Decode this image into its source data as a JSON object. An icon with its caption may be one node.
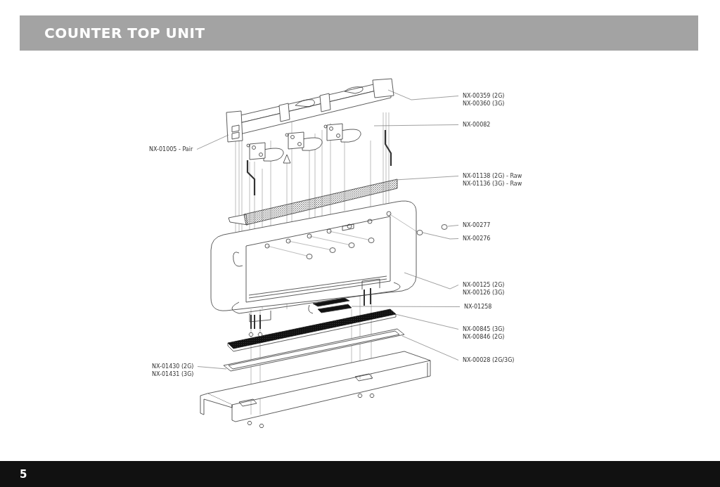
{
  "diagram": {
    "title": "COUNTER TOP UNIT",
    "nodes": [
      {
        "text": [
          "NX-00359 (2G)",
          "NX-00360 (3G)"
        ]
      },
      {
        "text": [
          "NX-00082"
        ]
      },
      {
        "text": [
          "NX-01138 (2G) - Raw",
          "NX-01136 (3G) - Raw"
        ]
      },
      {
        "text": [
          "NX-00277"
        ]
      },
      {
        "text": [
          "NX-00276"
        ]
      },
      {
        "text": [
          "NX-00125 (2G)",
          "NX-00126 (3G)"
        ]
      },
      {
        "text": [
          "NX-01258"
        ]
      },
      {
        "text": [
          "NX-00845 (3G)",
          "NX-00846 (2G)"
        ]
      },
      {
        "text": [
          "NX-00028 (2G/3G)"
        ]
      },
      {
        "text": [
          "NX-01005 - Pair"
        ]
      },
      {
        "text": [
          "NX-01430 (2G)",
          "NX-01431 (3G)"
        ]
      }
    ],
    "edges": [
      {
        "from": 0,
        "to": null,
        "arrow": "none"
      },
      {
        "from": 1,
        "to": null,
        "arrow": "none"
      },
      {
        "from": 2,
        "to": null,
        "arrow": "none"
      },
      {
        "from": 3,
        "to": null,
        "arrow": "none"
      },
      {
        "from": 4,
        "to": null,
        "arrow": "none"
      },
      {
        "from": 5,
        "to": null,
        "arrow": "none"
      },
      {
        "from": 6,
        "to": null,
        "arrow": "none"
      },
      {
        "from": 7,
        "to": null,
        "arrow": "none"
      },
      {
        "from": 8,
        "to": null,
        "arrow": "none"
      },
      {
        "from": 9,
        "to": null,
        "arrow": "none"
      },
      {
        "from": 10,
        "to": null,
        "arrow": "none"
      }
    ],
    "labels": [
      "5"
    ]
  }
}
